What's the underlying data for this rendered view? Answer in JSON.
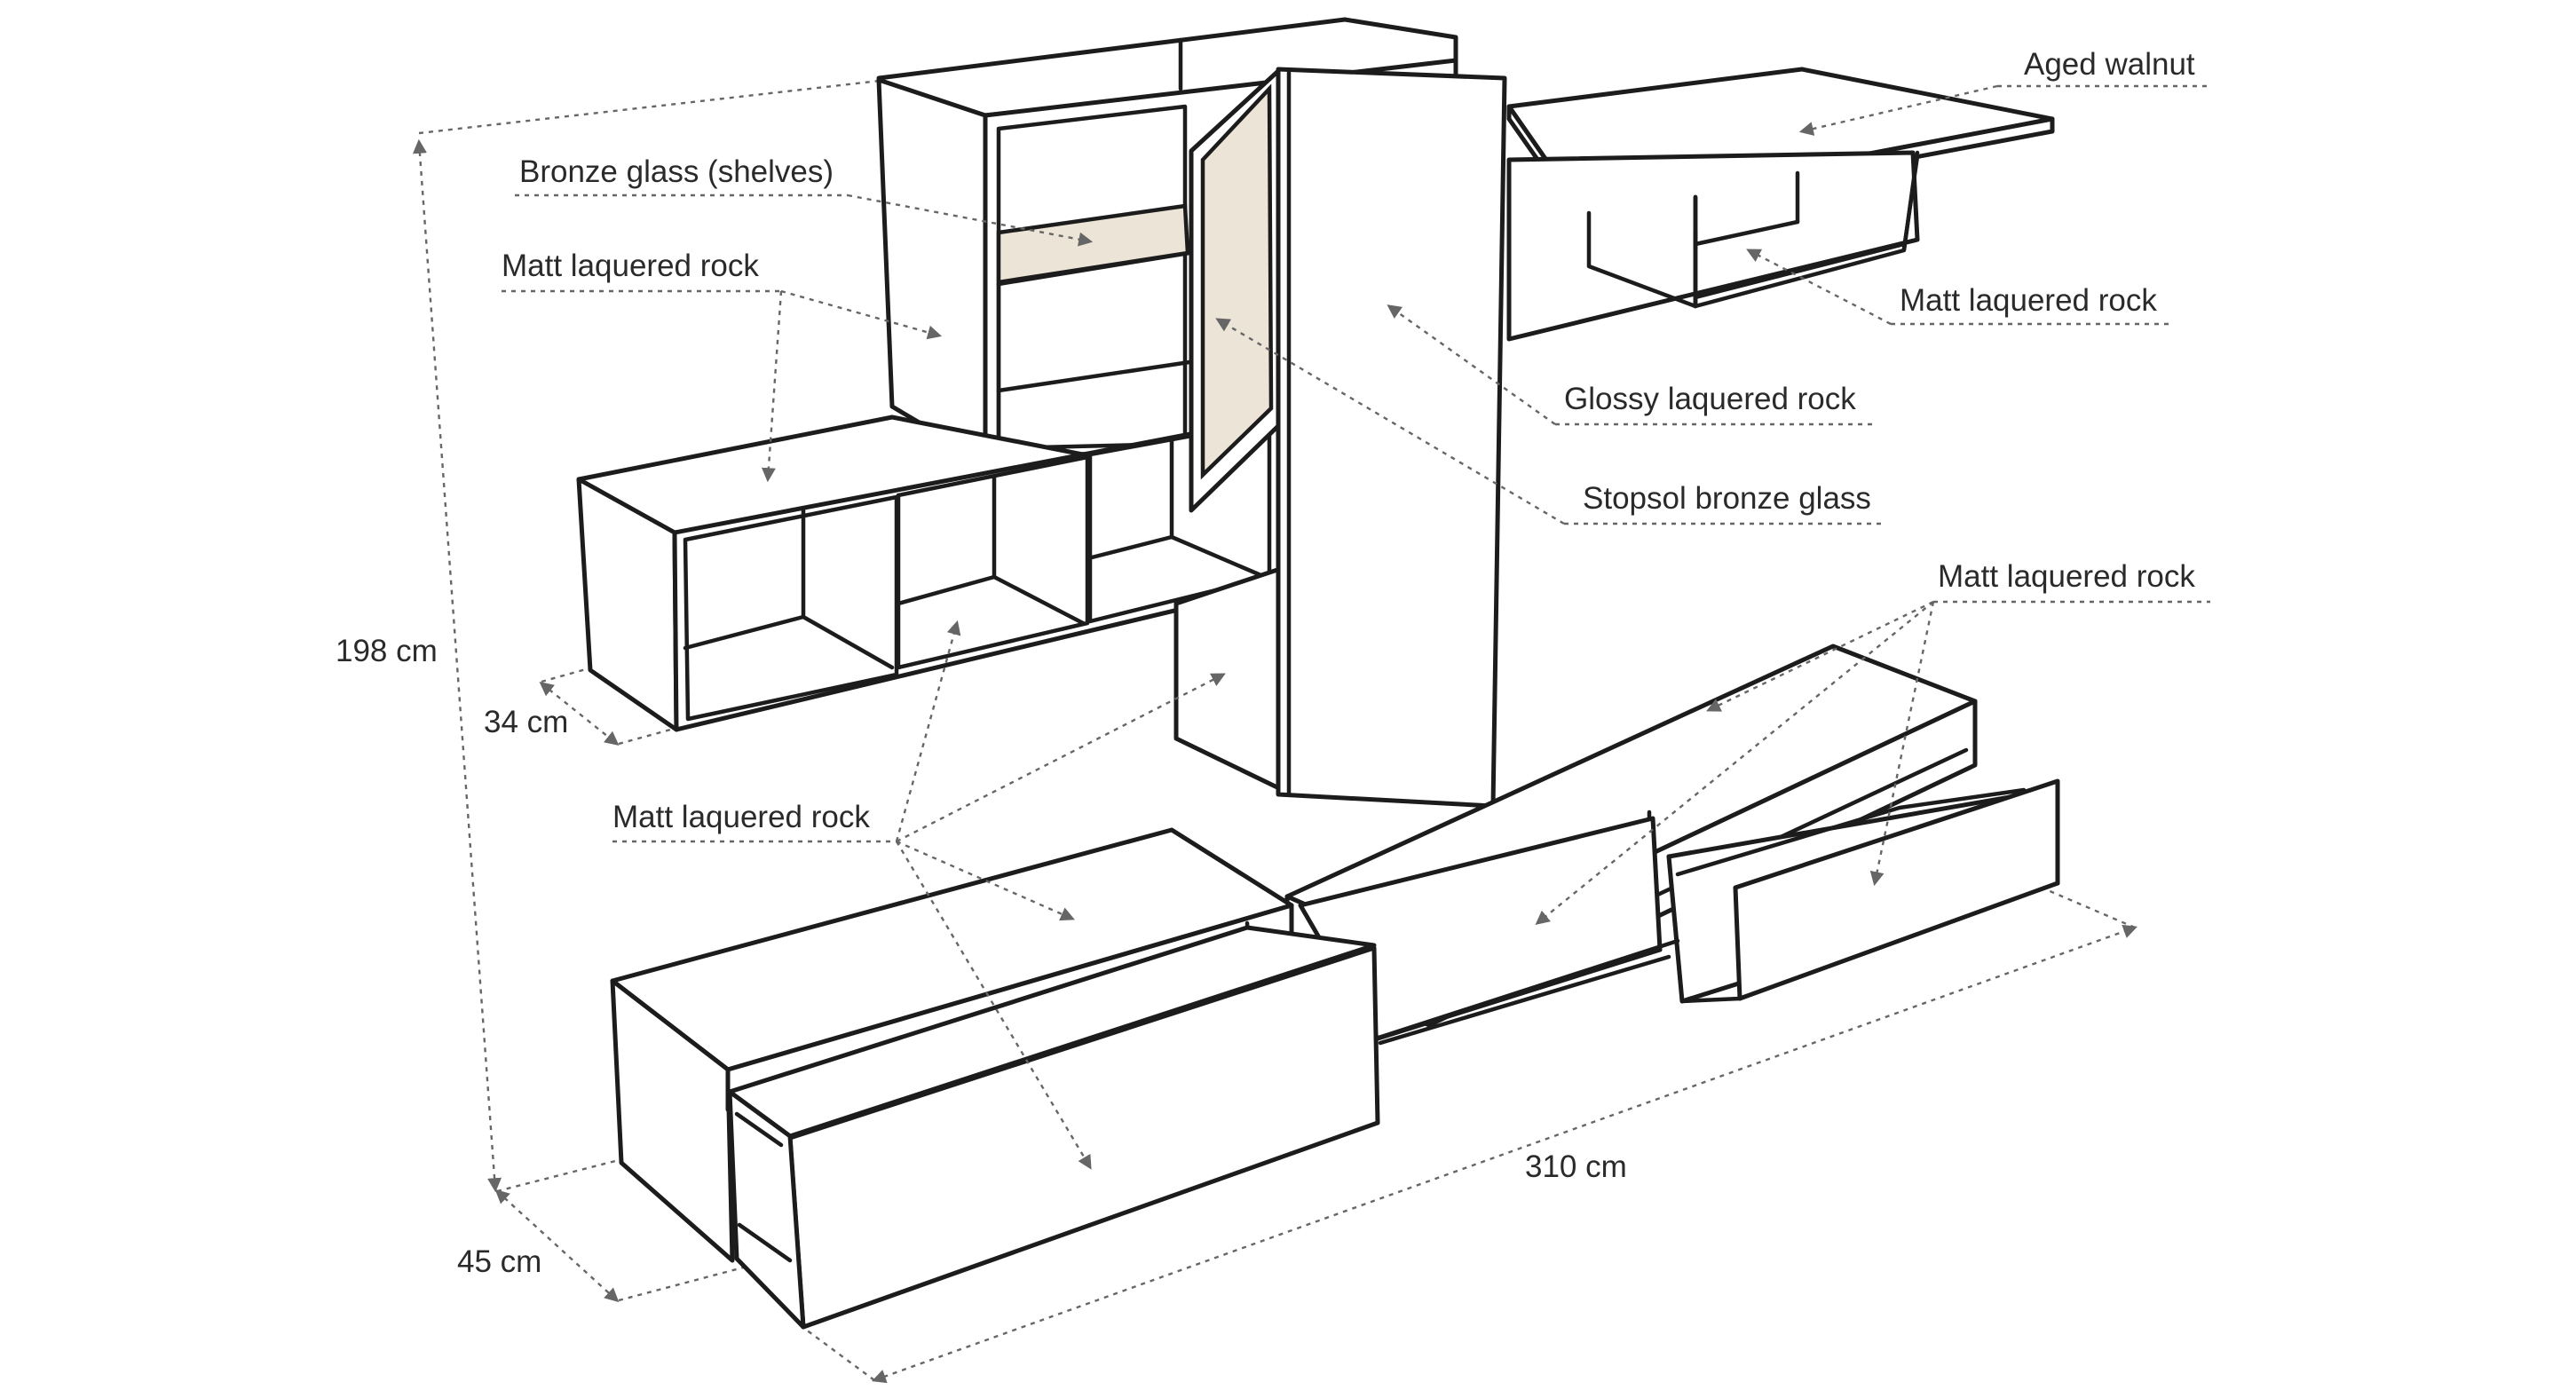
{
  "labels": {
    "aged_walnut": "Aged walnut",
    "bronze_glass_shelves": "Bronze glass (shelves)",
    "matt_rock_upper_left": "Matt laquered rock",
    "matt_rock_upper_right": "Matt laquered rock",
    "glossy_rock": "Glossy laquered rock",
    "stopsol_bronze_glass": "Stopsol bronze glass",
    "matt_rock_lower_right": "Matt laquered rock",
    "matt_rock_lower_left": "Matt laquered rock"
  },
  "dimensions": {
    "height": "198 cm",
    "shelf_depth": "34 cm",
    "base_depth": "45 cm",
    "width": "310 cm"
  },
  "colors": {
    "line": "#1c1c1c",
    "leader": "#666666",
    "bronze_glass_fill": "#ede4d8",
    "background": "#ffffff"
  }
}
